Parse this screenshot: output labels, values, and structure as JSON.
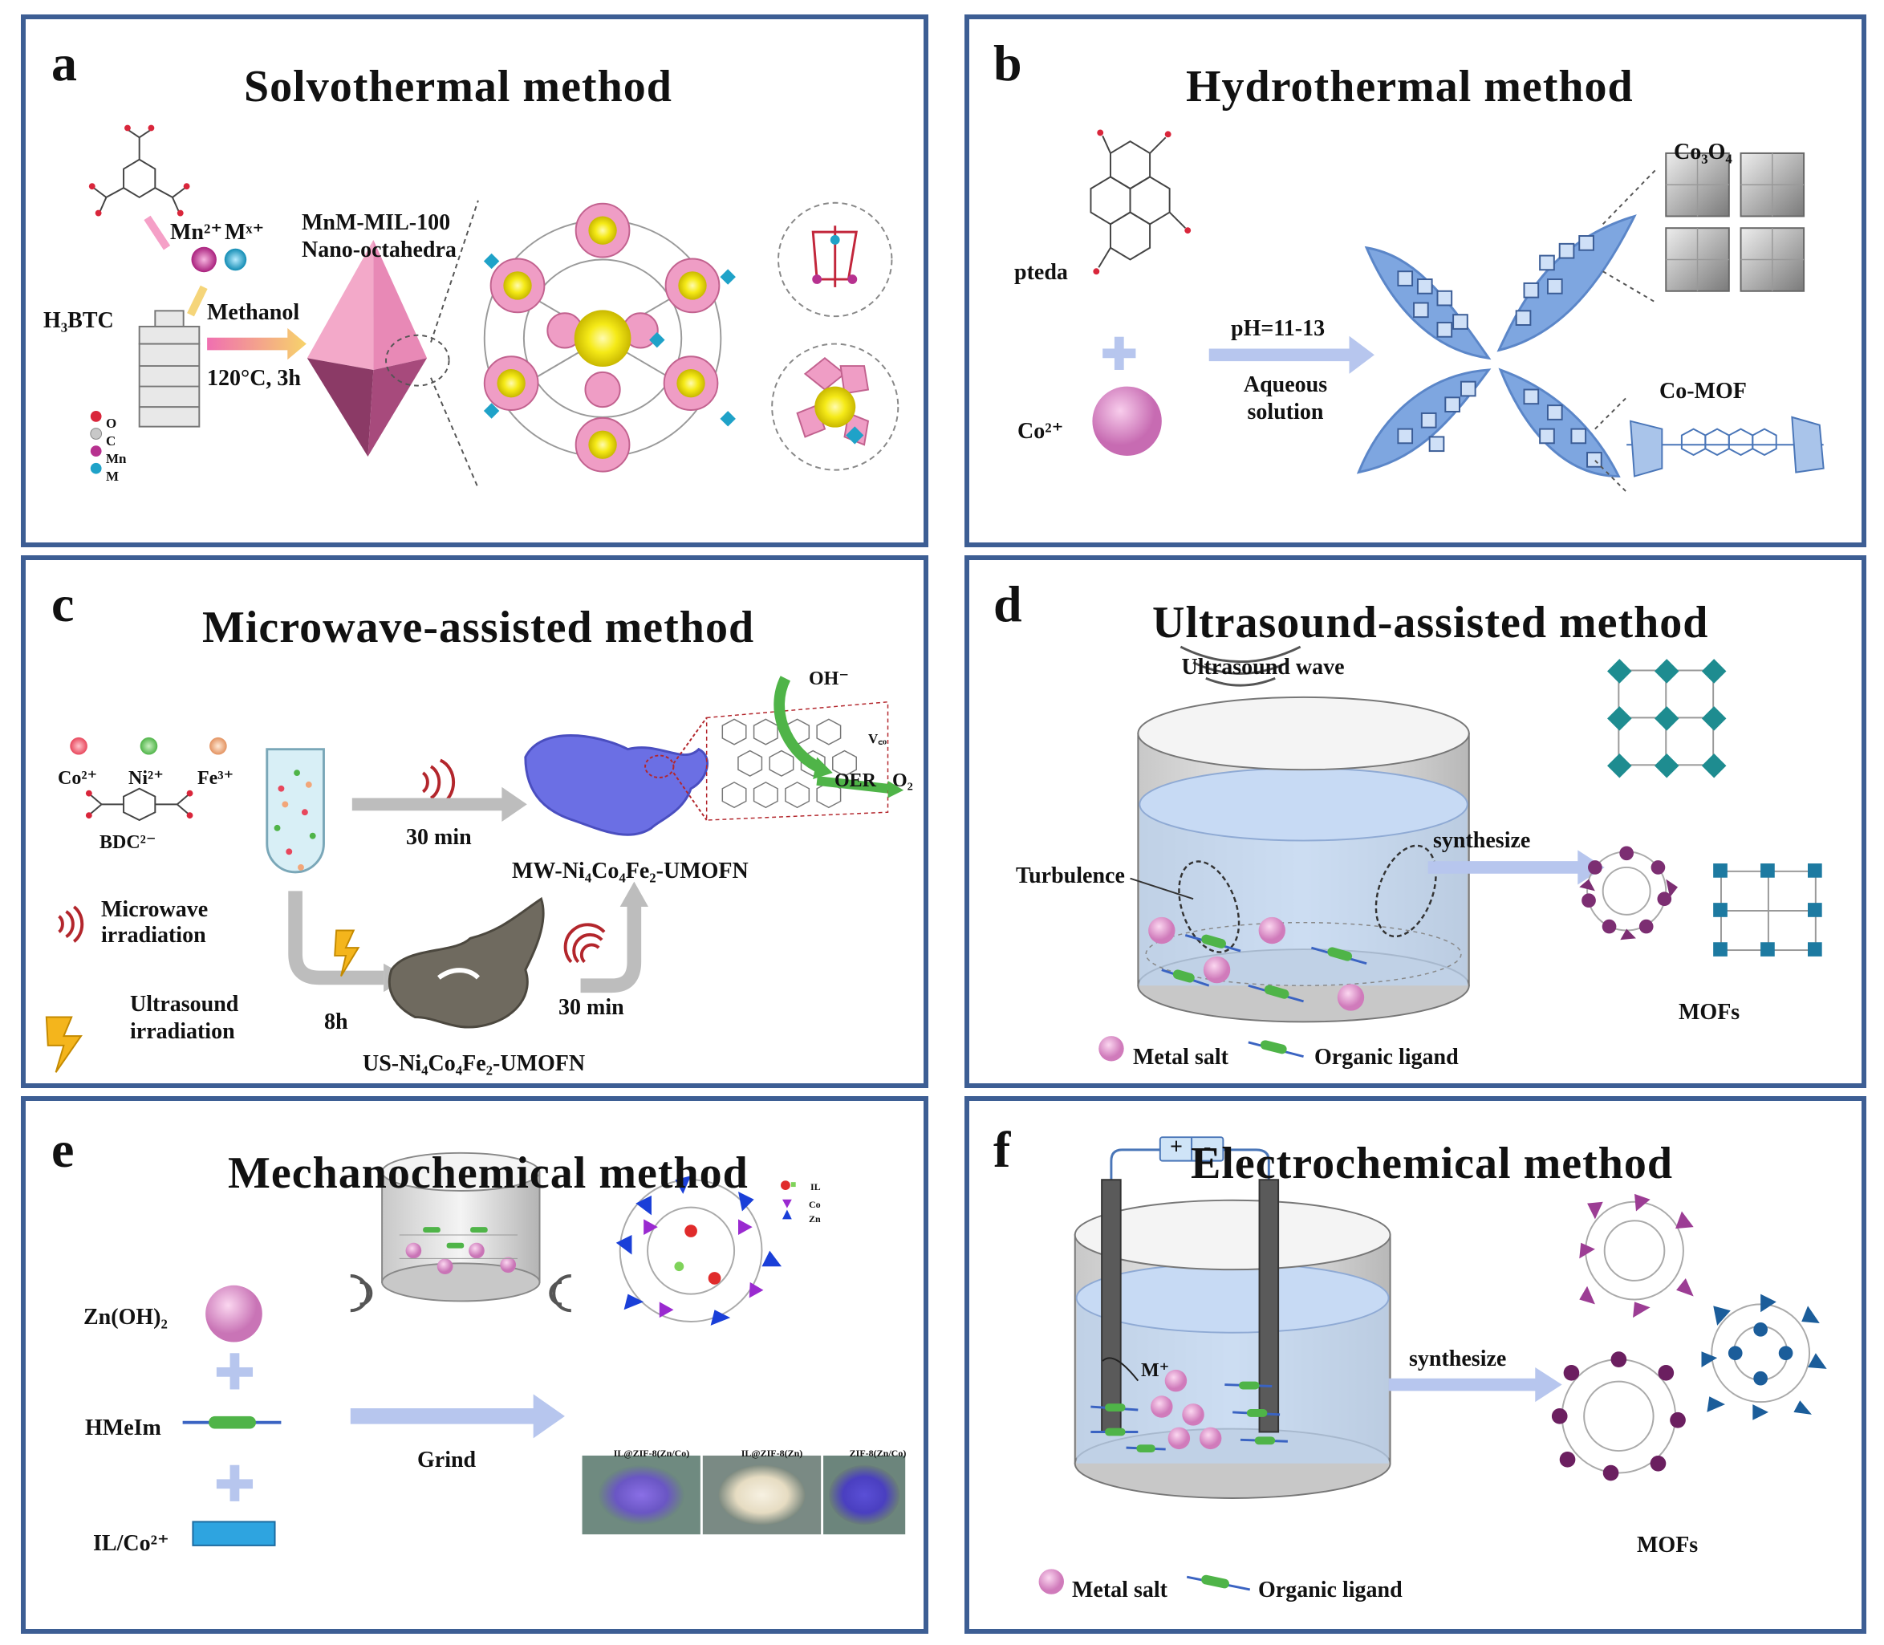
{
  "panels": {
    "a": {
      "letter": "a",
      "title": "Solvothermal method",
      "ligand": "H₃BTC",
      "ion_mn": "Mn²⁺",
      "ion_m": "Mˣ⁺",
      "product": "MnM-MIL-100",
      "product_sub": "Nano-octahedra",
      "solvent": "Methanol",
      "conditions": "120°C, 3h",
      "legend": [
        "O",
        "C",
        "Mn",
        "M"
      ],
      "legend_colors": [
        "#d9263b",
        "#c8c8c8",
        "#b7318f",
        "#1fa2c8"
      ]
    },
    "b": {
      "letter": "b",
      "title": "Hydrothermal method",
      "ligand": "pteda",
      "ion": "Co²⁺",
      "ph": "pH=11-13",
      "medium_1": "Aqueous",
      "medium_2": "solution",
      "product_1": "Co₃O₄",
      "product_2": "Co-MOF"
    },
    "c": {
      "letter": "c",
      "title": "Microwave-assisted method",
      "ions": [
        "Co²⁺",
        "Ni²⁺",
        "Fe³⁺"
      ],
      "ion_colors": [
        "#e8475c",
        "#4fb448",
        "#f2a679"
      ],
      "ligand": "BDC²⁻",
      "time_mw": "30 min",
      "time_us": "8h",
      "time_us_mw": "30 min",
      "product_mw": "MW-Ni₄Co₄Fe₂-UMOFN",
      "product_us": "US-Ni₄Co₄Fe₂-UMOFN",
      "legend_mw_1": "Microwave",
      "legend_mw_2": "irradiation",
      "legend_us_1": "Ultrasound",
      "legend_us_2": "irradiation",
      "inset_oh": "OH⁻",
      "inset_oer": "OER",
      "inset_o2": "O₂",
      "inset_vco": "V꜀ₒ"
    },
    "d": {
      "letter": "d",
      "title": "Ultrasound-assisted method",
      "wave": "Ultrasound wave",
      "turbulence": "Turbulence",
      "arrow": "synthesize",
      "product": "MOFs",
      "legend_metal": "Metal salt",
      "legend_ligand": "Organic ligand"
    },
    "e": {
      "letter": "e",
      "title": "Mechanochemical method",
      "reagent_1": "Zn(OH)₂",
      "reagent_2": "HMeIm",
      "reagent_3": "IL/Co²⁺",
      "arrow": "Grind",
      "legend": [
        "IL",
        "Co",
        "Zn"
      ],
      "photos": [
        "IL@ZIF-8(Zn/Co)",
        "IL@ZIF-8(Zn)",
        "ZIF-8(Zn/Co)"
      ]
    },
    "f": {
      "letter": "f",
      "title": "Electrochemical method",
      "plus": "+",
      "minus": "-",
      "ion": "M⁺",
      "arrow": "synthesize",
      "product": "MOFs",
      "legend_metal": "Metal salt",
      "legend_ligand": "Organic ligand"
    }
  },
  "colors": {
    "border": "#3d5e94",
    "arrow": "#b7c6ee",
    "pink": "#e6a0d6",
    "yellow": "#f2ea1e",
    "blue_mof": "#6f9be0"
  }
}
